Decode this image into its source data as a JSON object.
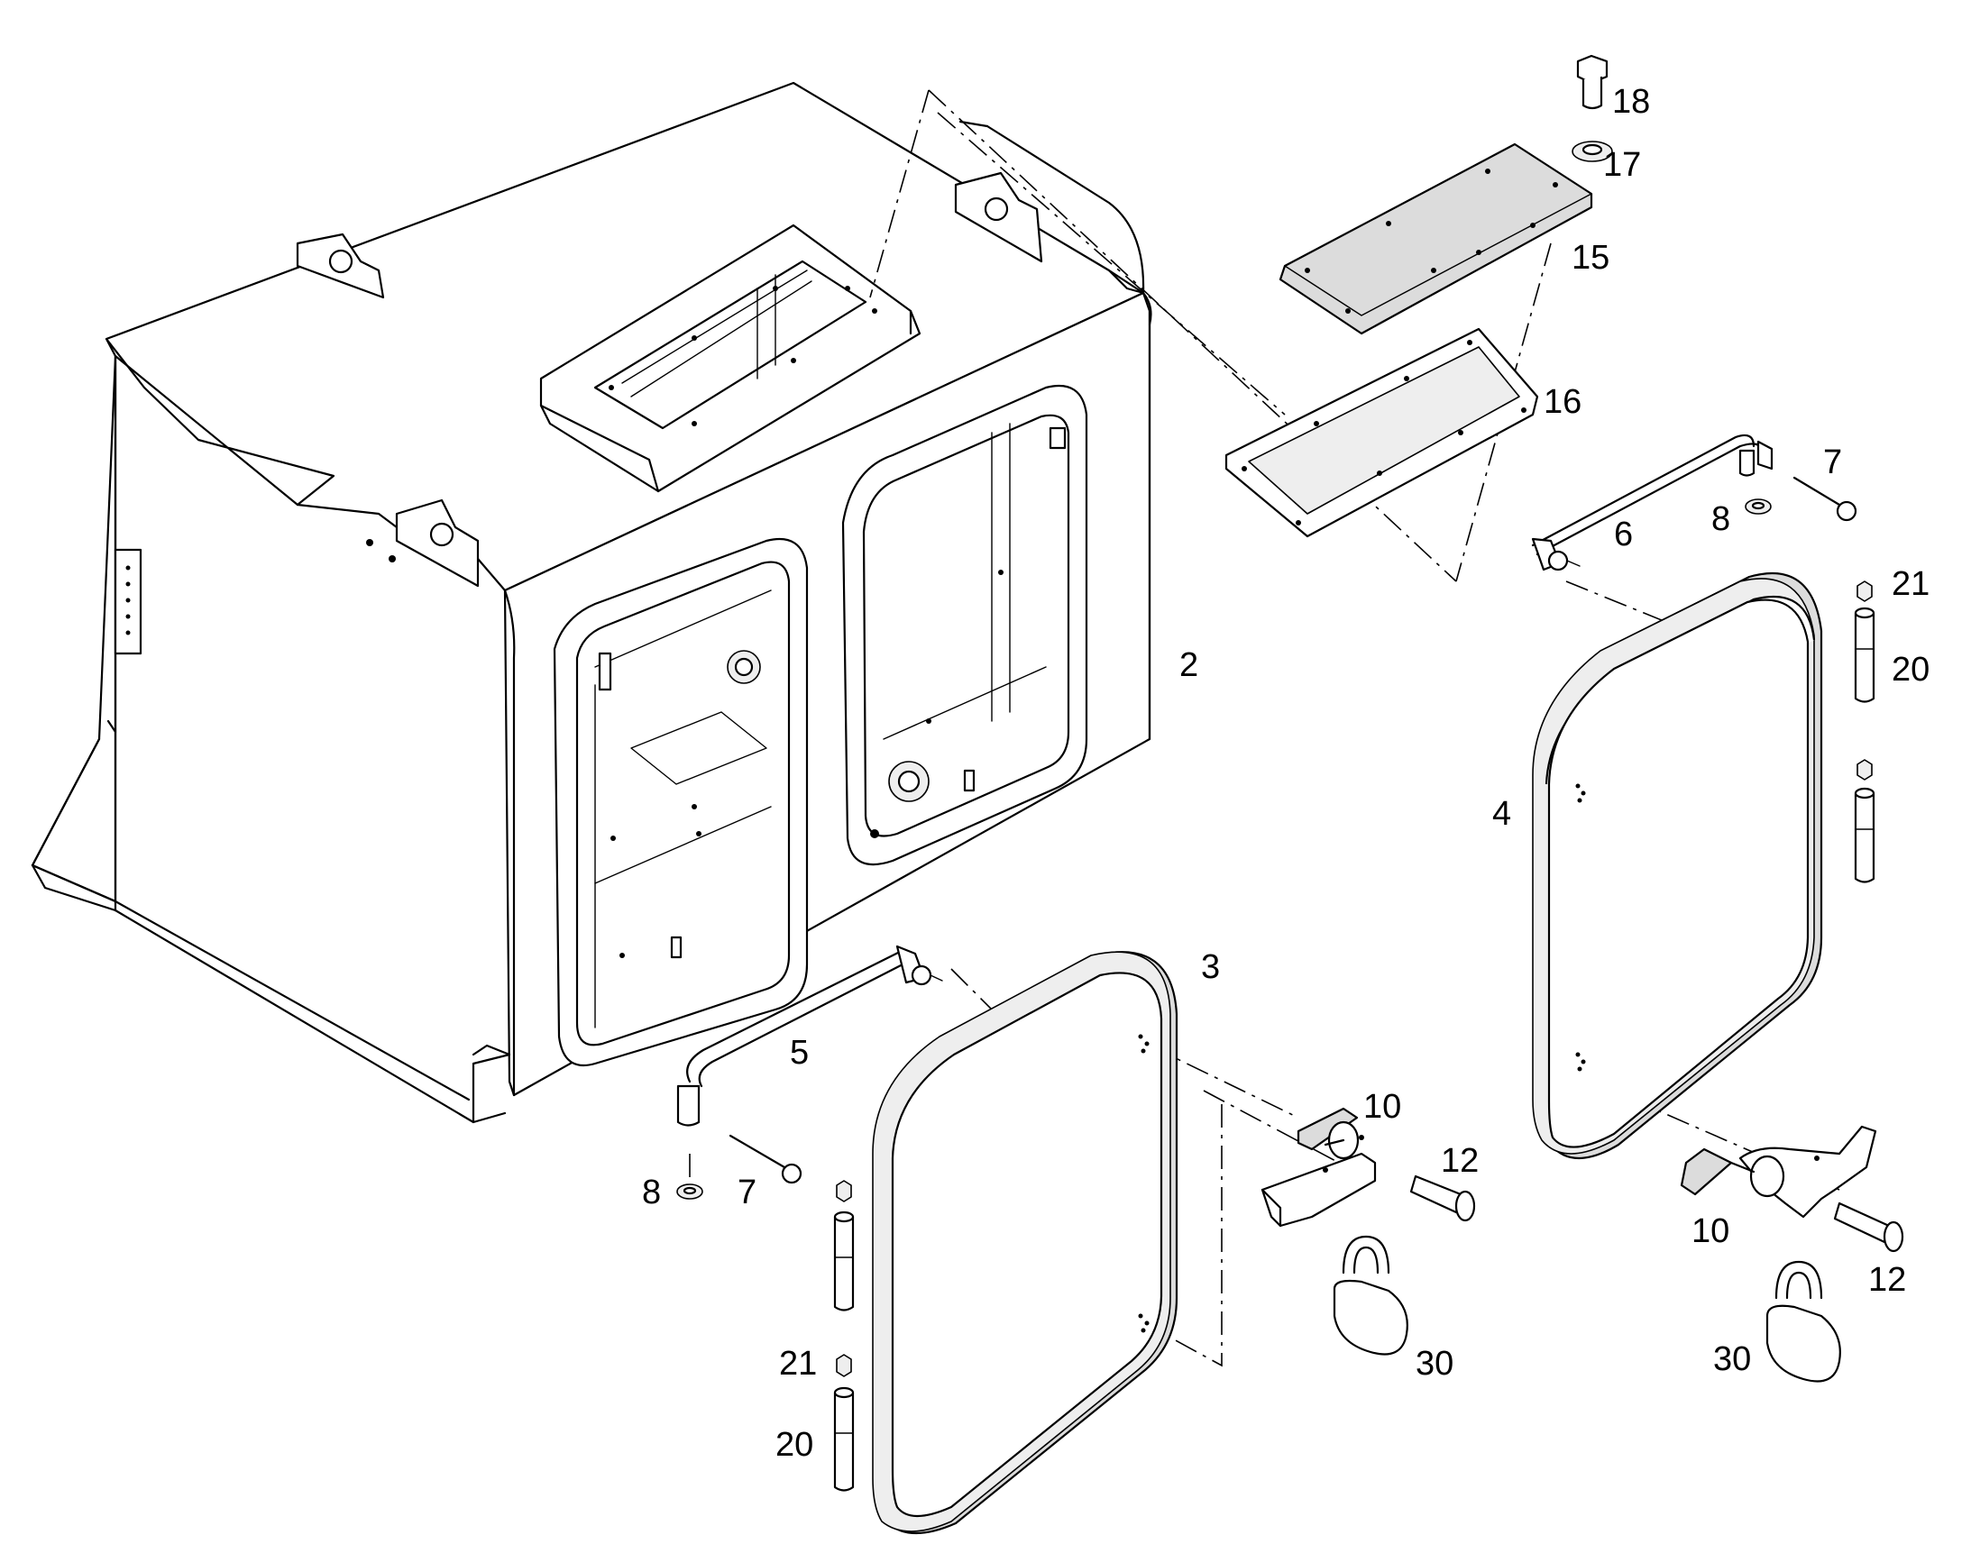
{
  "callouts": {
    "p2": "2",
    "p3": "3",
    "p4": "4",
    "p5": "5",
    "p6": "6",
    "p7_right": "7",
    "p7_left": "7",
    "p8_right": "8",
    "p8_left": "8",
    "p10_left": "10",
    "p10_right": "10",
    "p12_left": "12",
    "p12_right": "12",
    "p15": "15",
    "p16": "16",
    "p17": "17",
    "p18": "18",
    "p20_right": "20",
    "p20_left": "20",
    "p21_right": "21",
    "p21_left": "21",
    "p30_left": "30",
    "p30_right": "30"
  }
}
